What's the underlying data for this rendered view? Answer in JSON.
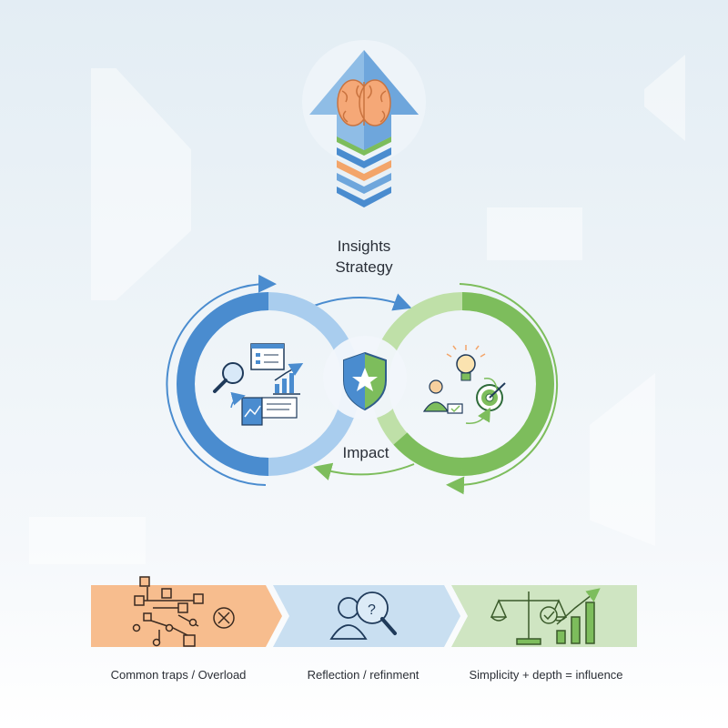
{
  "labels": {
    "insights": "Insights",
    "strategy": "Strategy",
    "impact": "Impact"
  },
  "steps": [
    {
      "caption": "Common traps / Overload",
      "color": "#f7bd8e"
    },
    {
      "caption": "Reflection / refinment",
      "color": "#c9dff1"
    },
    {
      "caption": "Simplicity + depth = influence",
      "color": "#cfe5c2"
    }
  ],
  "colors": {
    "blue": "#4a8ccf",
    "light_blue": "#a9cdee",
    "green": "#7dbd5c",
    "light_green": "#bfe0a8",
    "orange": "#f3a56a",
    "brain": "#f5a877"
  },
  "icons": [
    "brain-icon",
    "up-arrow-icon",
    "layer-stack-icon",
    "magnifier-icon",
    "dashboard-icon",
    "bar-chart-icon",
    "shield-star-icon",
    "lightbulb-icon",
    "person-laptop-icon",
    "target-icon",
    "network-icon",
    "cancel-icon",
    "thinking-person-icon",
    "scale-icon",
    "growth-chart-icon"
  ]
}
